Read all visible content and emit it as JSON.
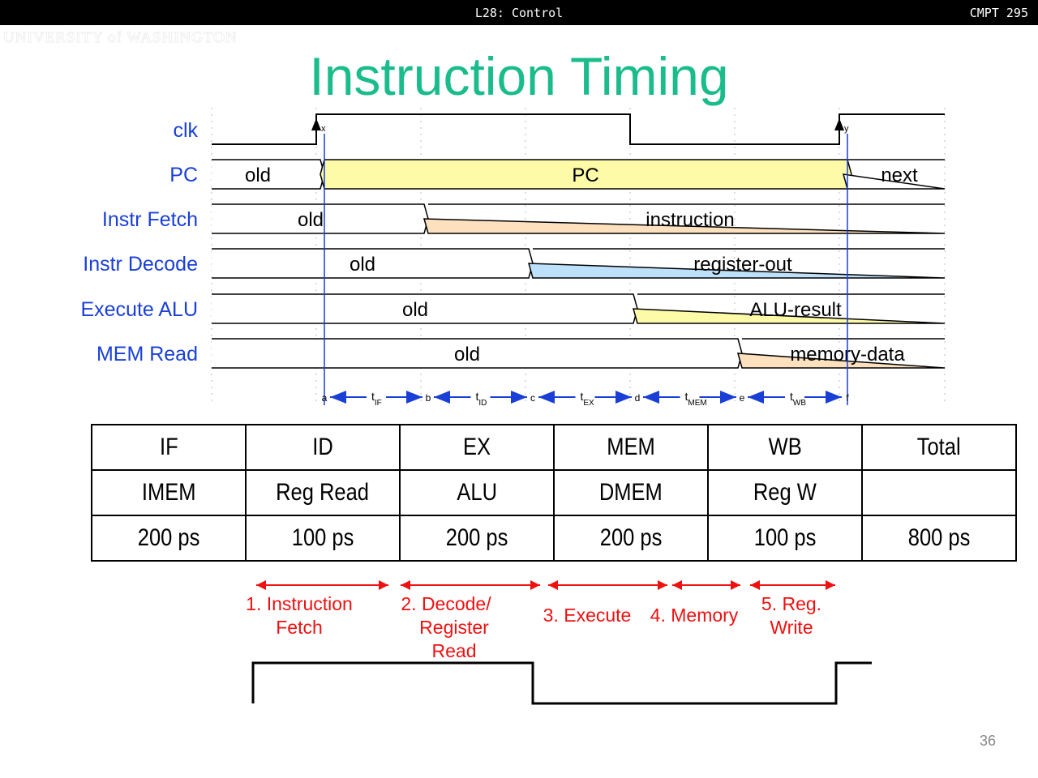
{
  "header": {
    "lecture": "L28: Control",
    "course": "CMPT 295",
    "logo_text": "UNIVERSITY of WASHINGTON"
  },
  "slide": {
    "title": "Instruction Timing",
    "page_number": "36"
  },
  "timing_diagram": {
    "signals": [
      {
        "name": "clk"
      },
      {
        "name": "PC",
        "before": "old",
        "during": "PC",
        "after": "next",
        "color": "#fdfaa8"
      },
      {
        "name": "Instr Fetch",
        "before": "old",
        "after": "instruction",
        "color": "#fde0bd"
      },
      {
        "name": "Instr Decode",
        "before": "old",
        "after": "register-out",
        "color": "#bde0fb"
      },
      {
        "name": "Execute ALU",
        "before": "old",
        "after": "ALU-result",
        "color": "#fdfaa8"
      },
      {
        "name": "MEM Read",
        "before": "old",
        "after": "memory-data",
        "color": "#fde0bd"
      }
    ],
    "clock_edges": [
      "x",
      "y"
    ],
    "points": [
      "a",
      "b",
      "c",
      "d",
      "e",
      "f"
    ],
    "intervals": [
      {
        "label": "t",
        "sub": "IF"
      },
      {
        "label": "t",
        "sub": "ID"
      },
      {
        "label": "t",
        "sub": "EX"
      },
      {
        "label": "t",
        "sub": "MEM"
      },
      {
        "label": "t",
        "sub": "WB"
      }
    ]
  },
  "table": {
    "rows": [
      [
        "IF",
        "ID",
        "EX",
        "MEM",
        "WB",
        "Total"
      ],
      [
        "IMEM",
        "Reg Read",
        "ALU",
        "DMEM",
        "Reg W",
        ""
      ],
      [
        "200 ps",
        "100 ps",
        "200 ps",
        "200 ps",
        "100 ps",
        "800 ps"
      ]
    ]
  },
  "stages": [
    {
      "lines": [
        "1. Instruction",
        "Fetch"
      ]
    },
    {
      "lines": [
        "2. Decode/",
        "Register",
        "Read"
      ]
    },
    {
      "lines": [
        "3. Execute"
      ]
    },
    {
      "lines": [
        "4. Memory"
      ]
    },
    {
      "lines": [
        "5. Reg.",
        "Write"
      ]
    }
  ],
  "colors": {
    "title": "#1abc8c",
    "signal_label": "#1a3fd6",
    "stage_red": "#ee1111"
  }
}
